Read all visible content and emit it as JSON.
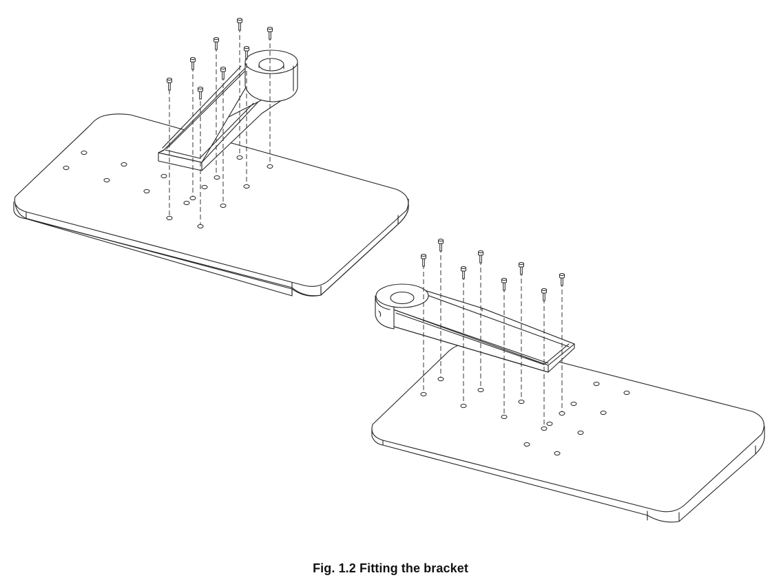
{
  "figure": {
    "caption": "Fig. 1.2 Fitting the bracket"
  },
  "assemblies": [
    {
      "name": "left",
      "screw_count": 8
    },
    {
      "name": "right",
      "screw_count": 8
    }
  ]
}
